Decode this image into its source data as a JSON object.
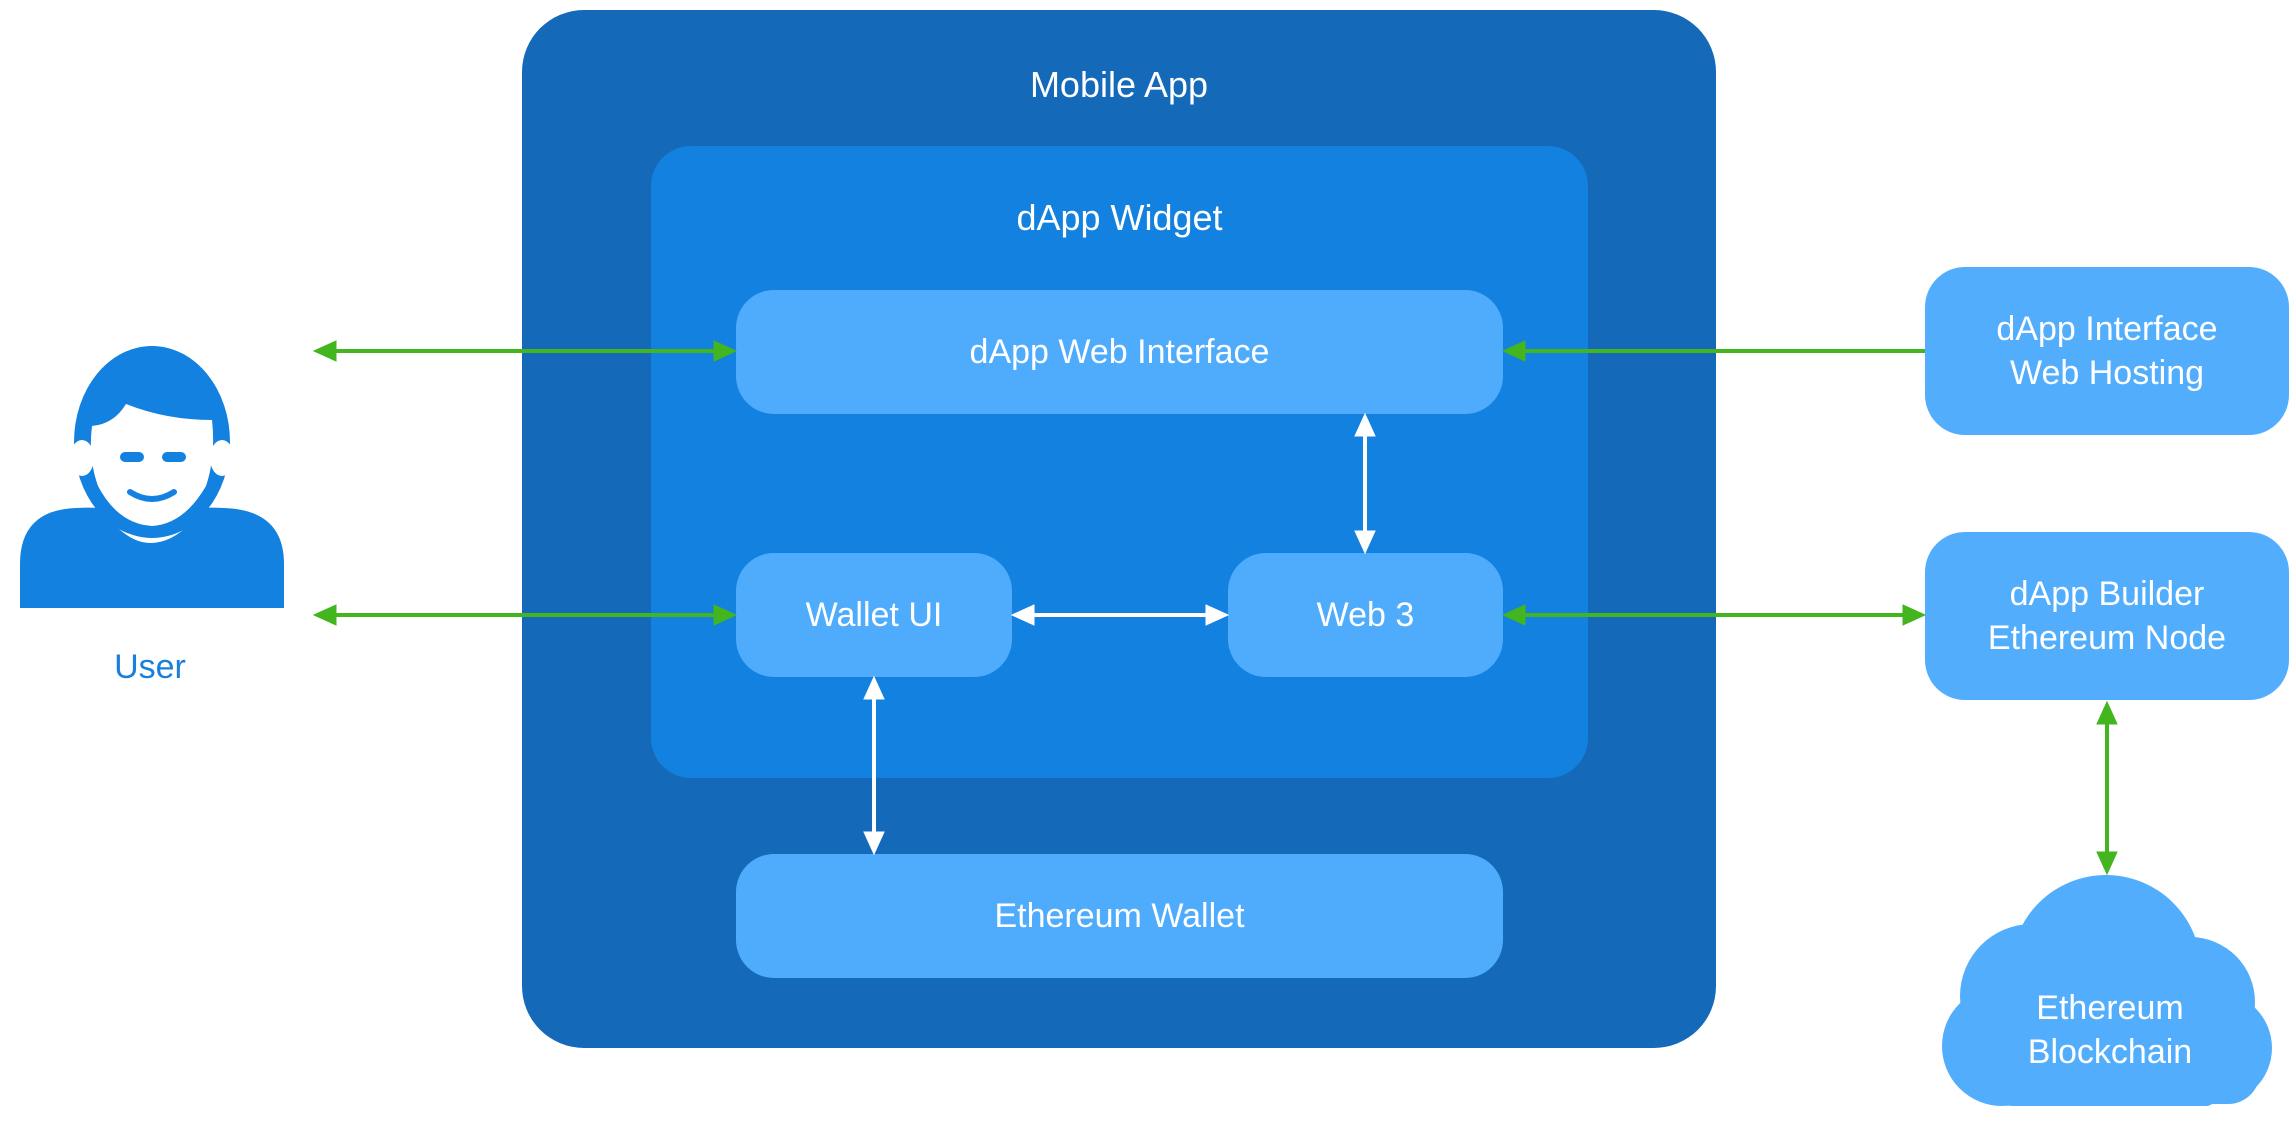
{
  "colors": {
    "mobile_app_bg": "#1569b9",
    "widget_bg": "#1381e0",
    "component_bg": "#4facfd",
    "external_bg": "#52aefd",
    "user_icon": "#1381e0",
    "user_label": "#1a7fdc",
    "arrow_green": "#43b51e",
    "arrow_white": "#ffffff"
  },
  "mobile_app": {
    "title": "Mobile App"
  },
  "dapp_widget": {
    "title": "dApp Widget"
  },
  "components": {
    "web_interface": "dApp Web Interface",
    "wallet_ui": "Wallet UI",
    "web3": "Web 3",
    "ethereum_wallet": "Ethereum Wallet"
  },
  "user": {
    "label": "User",
    "icon": "user-icon"
  },
  "external": {
    "hosting": {
      "line1": "dApp Interface",
      "line2": "Web Hosting"
    },
    "builder_node": {
      "line1": "dApp Builder",
      "line2": "Ethereum Node"
    },
    "blockchain": {
      "line1": "Ethereum",
      "line2": "Blockchain",
      "icon": "cloud-icon"
    }
  }
}
